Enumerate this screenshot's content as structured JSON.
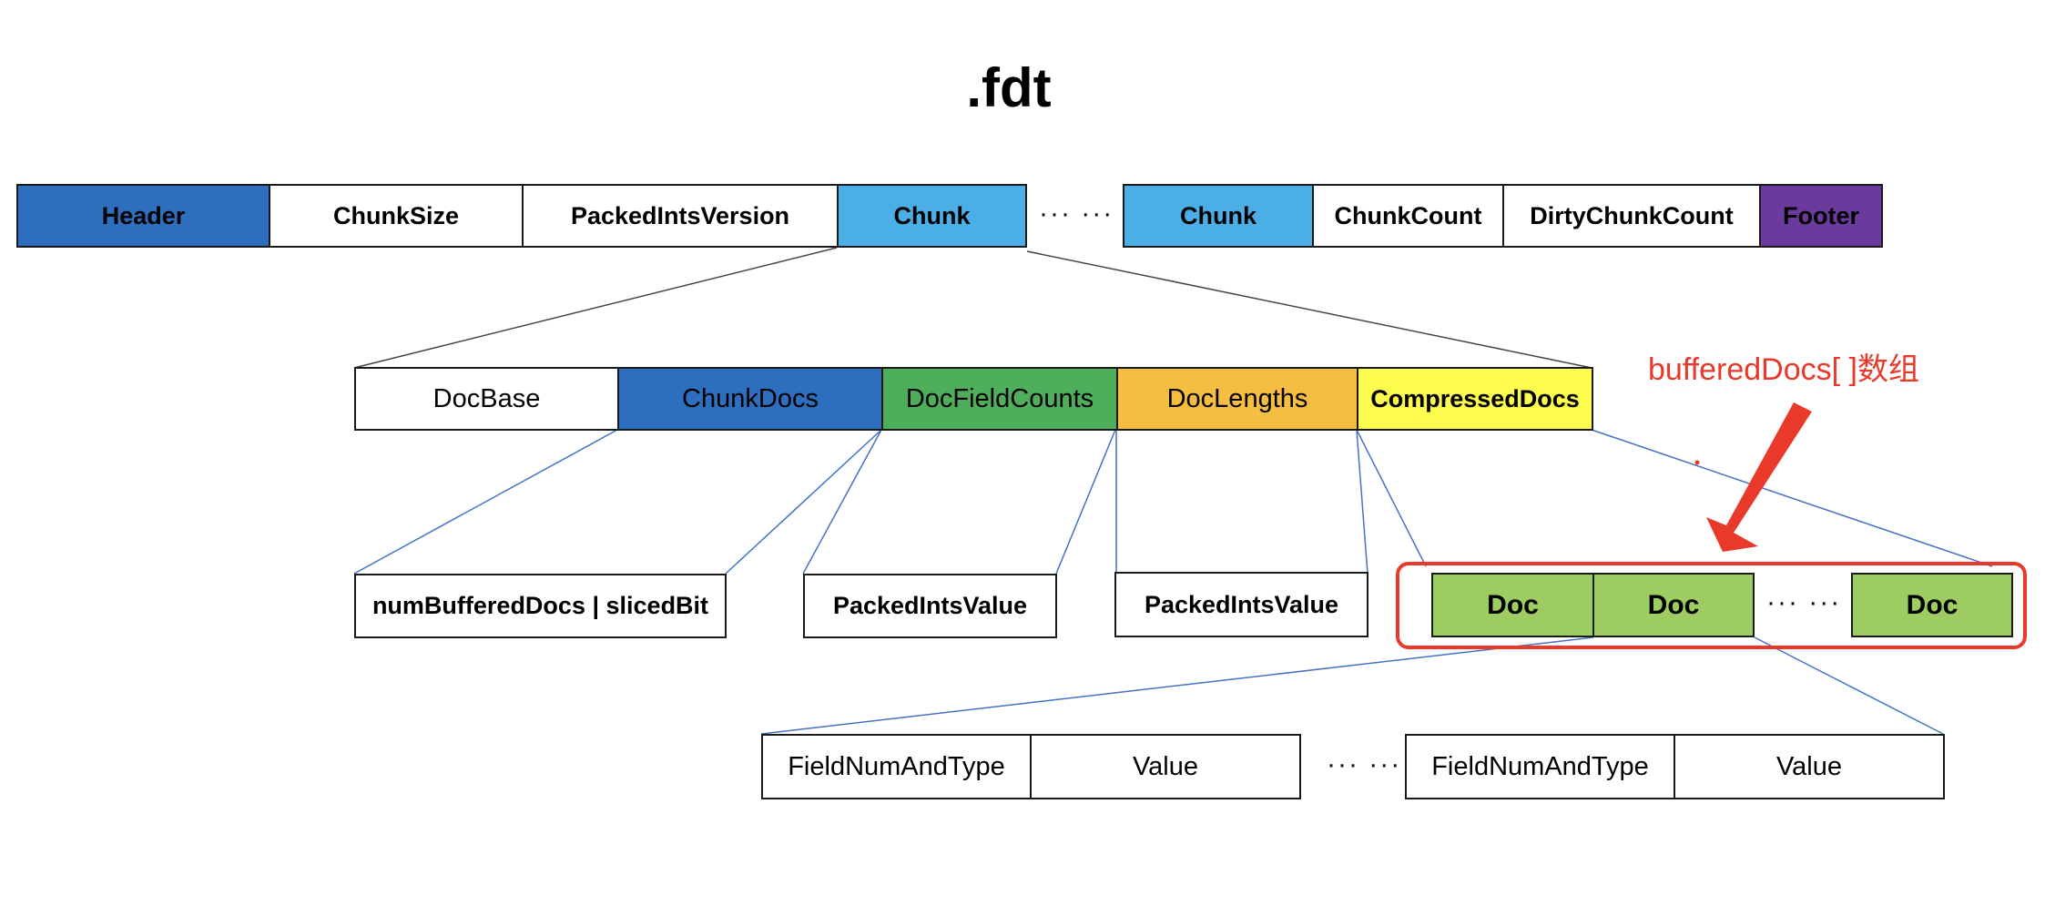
{
  "title": ".fdt",
  "row1": {
    "cells": [
      "Header",
      "ChunkSize",
      "PackedIntsVersion",
      "Chunk",
      "Chunk",
      "ChunkCount",
      "DirtyChunkCount",
      "Footer"
    ],
    "ellipsis": "··· ···"
  },
  "row2": {
    "cells": [
      "DocBase",
      "ChunkDocs",
      "DocFieldCounts",
      "DocLengths",
      "CompressedDocs"
    ]
  },
  "row3": {
    "cells": [
      "numBufferedDocs | slicedBit",
      "PackedIntsValue",
      "PackedIntsValue",
      "Doc",
      "Doc",
      "Doc"
    ],
    "ellipsis": "··· ···"
  },
  "row4": {
    "cells": [
      "FieldNumAndType",
      "Value",
      "FieldNumAndType",
      "Value"
    ],
    "ellipsis": "··· ···"
  },
  "annotation": "bufferedDocs[ ]数组",
  "colors": {
    "header": "#2d6fbe",
    "chunk": "#4caee6",
    "footer": "#6c3a9d",
    "chunk_docs": "#2d6fbe",
    "doc_field_counts": "#4eae5b",
    "doc_lengths": "#f6bd43",
    "compressed_docs": "#fdfb4e",
    "doc": "#9ccc62",
    "connector": "#4472c4",
    "callout": "#e8392a"
  }
}
